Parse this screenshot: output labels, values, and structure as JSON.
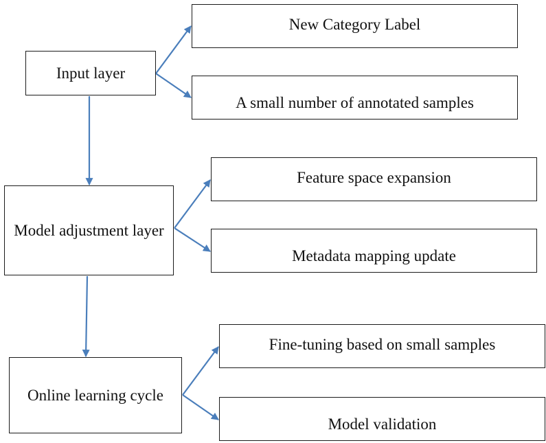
{
  "diagram": {
    "line_color": "#4a7ebb",
    "border_color": "#1a1a1a",
    "nodes": {
      "input_layer": "Input layer",
      "new_category_label": "New Category Label",
      "annotated_samples": "A small number of annotated samples",
      "model_adjustment_layer": "Model adjustment layer",
      "feature_space_expansion": "Feature space expansion",
      "metadata_mapping_update": "Metadata mapping update",
      "online_learning_cycle": "Online learning cycle",
      "fine_tuning": "Fine-tuning based on small samples",
      "model_validation": "Model validation"
    },
    "edges": [
      {
        "from": "input_layer",
        "to": "new_category_label"
      },
      {
        "from": "input_layer",
        "to": "annotated_samples"
      },
      {
        "from": "input_layer",
        "to": "model_adjustment_layer"
      },
      {
        "from": "model_adjustment_layer",
        "to": "feature_space_expansion"
      },
      {
        "from": "model_adjustment_layer",
        "to": "metadata_mapping_update"
      },
      {
        "from": "model_adjustment_layer",
        "to": "online_learning_cycle"
      },
      {
        "from": "online_learning_cycle",
        "to": "fine_tuning"
      },
      {
        "from": "online_learning_cycle",
        "to": "model_validation"
      }
    ]
  }
}
